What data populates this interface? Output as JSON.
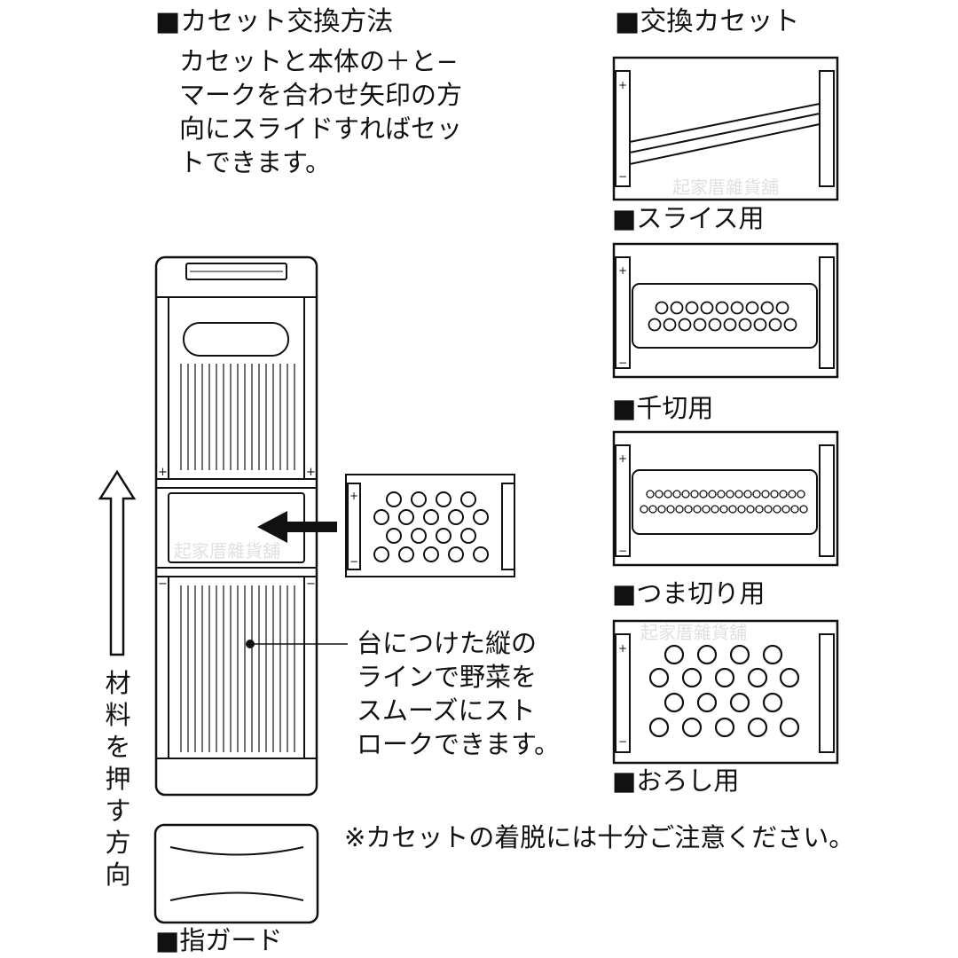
{
  "method": {
    "heading": "■カセット交換方法",
    "lines": [
      "カセットと本体の＋と−",
      "マークを合わせ矢印の方",
      "向にスライドすればセッ",
      "トできます。"
    ]
  },
  "cassettes": {
    "heading": "■交換カセット",
    "items": [
      {
        "caption": "■スライス用",
        "type": "slice-blade"
      },
      {
        "caption": "■千切用",
        "type": "julienne-holes"
      },
      {
        "caption": "■つま切り用",
        "type": "fine-holes"
      },
      {
        "caption": "■おろし用",
        "type": "grater-holes"
      }
    ]
  },
  "note_lines": {
    "lines": [
      "台につけた縦の",
      "ラインで野菜を",
      "スムーズにスト",
      "ロークできます。"
    ]
  },
  "push_direction": {
    "chars": [
      "材",
      "料",
      "を",
      "押",
      "す",
      "方",
      "向"
    ]
  },
  "caution": "※カセットの着脱には十分ご注意ください。",
  "finger_guard": {
    "caption": "■指ガード"
  },
  "marks": {
    "plus": "+",
    "minus": "−"
  },
  "watermark": {
    "text": "起家厝雜貨舖"
  }
}
